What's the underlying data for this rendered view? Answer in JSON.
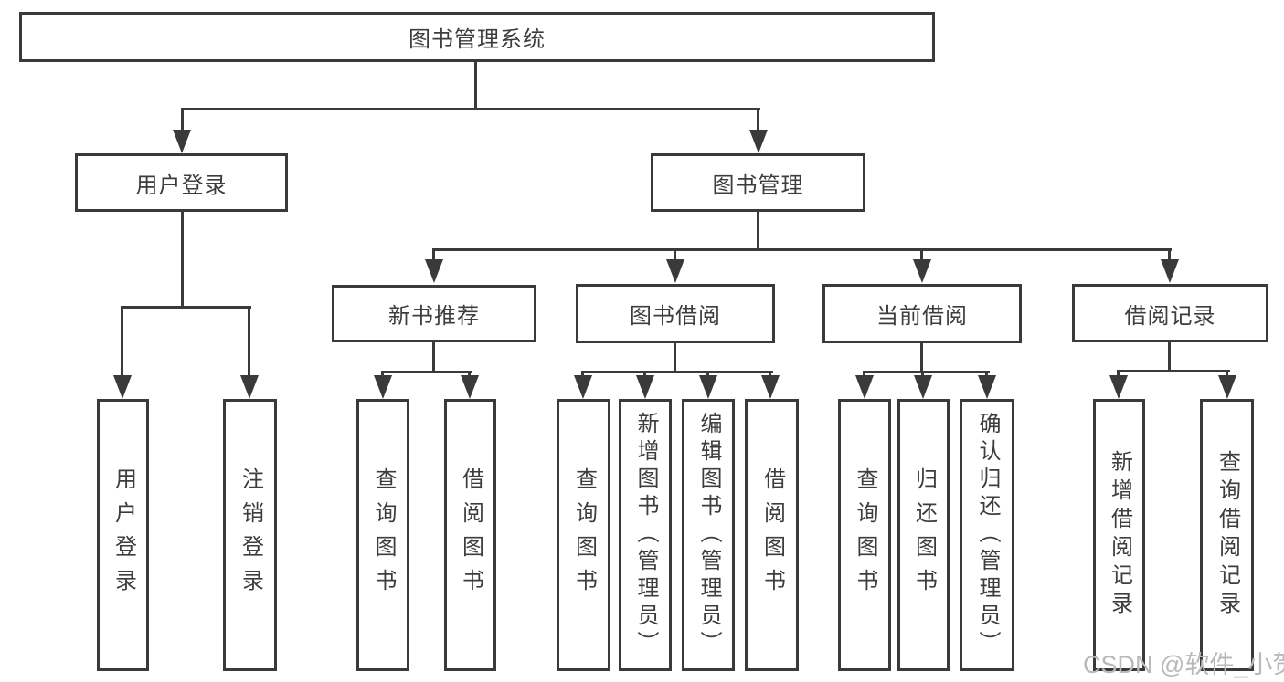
{
  "diagram": {
    "root": {
      "label": "图书管理系统"
    },
    "branches": [
      {
        "label": "用户登录",
        "leaves": [
          "用户登录",
          "注销登录"
        ]
      },
      {
        "label": "图书管理",
        "groups": [
          {
            "label": "新书推荐",
            "leaves": [
              "查询图书",
              "借阅图书"
            ]
          },
          {
            "label": "图书借阅",
            "leaves": [
              "查询图书",
              "新增图书（管理员）",
              "编辑图书（管理员）",
              "借阅图书"
            ]
          },
          {
            "label": "当前借阅",
            "leaves": [
              "查询图书",
              "归还图书",
              "确认归还（管理员）"
            ]
          },
          {
            "label": "借阅记录",
            "leaves": [
              "新增借阅记录",
              "查询借阅记录"
            ]
          }
        ]
      }
    ]
  },
  "watermark": {
    "text": "CSDN @软件_小贺同学"
  },
  "colors": {
    "line": "#3a3a3a",
    "text": "#3d3d3d",
    "watermark": "#b9b9b9",
    "background": "#ffffff"
  }
}
